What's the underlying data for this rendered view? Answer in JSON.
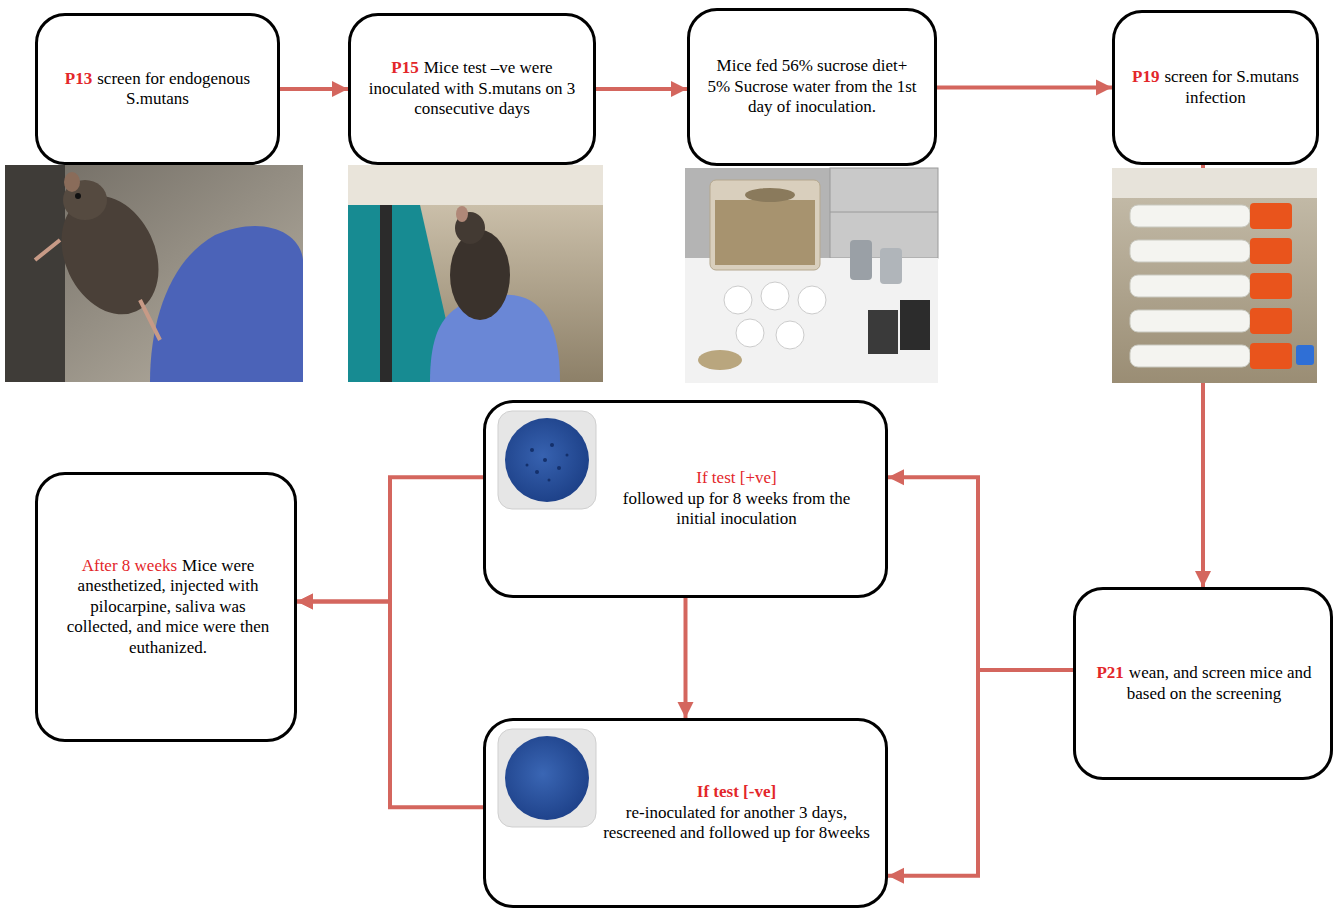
{
  "diagram": {
    "nodes": [
      {
        "text": [
          "P13",
          "screen for endogenous S.mutans"
        ]
      },
      {
        "text": [
          "P15",
          "Mice test –ve were inoculated with S.mutans on 3 consecutive days"
        ]
      },
      {
        "text": [
          "Mice fed 56% sucrose diet+ 5% Sucrose water from the 1st day of inoculation."
        ]
      },
      {
        "text": [
          "P19",
          "screen for S.mutans infection"
        ]
      },
      {
        "text": [
          "P21",
          "wean, and screen mice and based on the screening"
        ]
      },
      {
        "text": [
          "If test [+ve]",
          "followed up for 8 weeks from the initial inoculation"
        ]
      },
      {
        "text": [
          "If test [-ve]",
          "re-inoculated for another 3 days, rescreened and followed up for 8weeks"
        ]
      },
      {
        "text": [
          "After 8 weeks",
          "Mice were anesthetized, injected with pilocarpine, saliva was collected, and mice were then euthanized."
        ]
      }
    ],
    "edges": [
      {
        "from": 0,
        "to": 1,
        "arrow": "to"
      },
      {
        "from": 1,
        "to": 2,
        "arrow": "to"
      },
      {
        "from": 2,
        "to": 3,
        "arrow": "to"
      },
      {
        "from": 3,
        "to": 4,
        "arrow": "to"
      },
      {
        "from": 4,
        "to": 5,
        "arrow": "to"
      },
      {
        "from": 4,
        "to": 6,
        "arrow": "to"
      },
      {
        "from": 5,
        "to": 6,
        "arrow": "to"
      },
      {
        "from": 5,
        "to": 7,
        "arrow": "to"
      },
      {
        "from": 6,
        "to": 7,
        "arrow": "to"
      }
    ]
  }
}
